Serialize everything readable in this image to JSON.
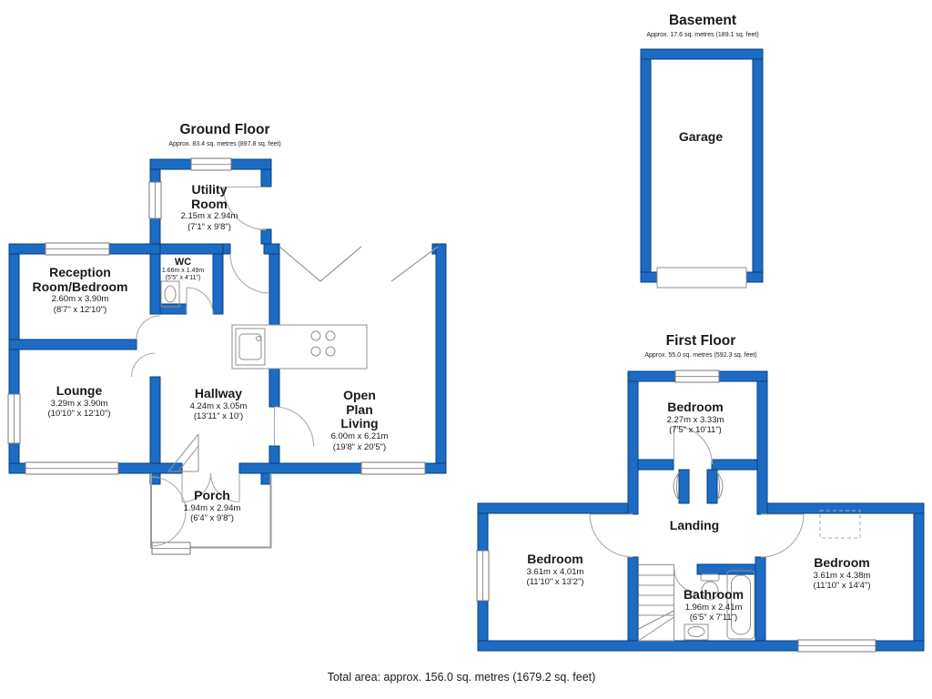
{
  "colors": {
    "wall_fill": "#1c6cc4",
    "wall_stroke": "#0a3e7c",
    "fixture_line": "#8f8f8f"
  },
  "plans": {
    "basement": {
      "title": "Basement",
      "subtitle": "Approx. 17.6 sq. metres (189.1 sq. feet)",
      "rooms": {
        "garage": {
          "name": "Garage"
        }
      }
    },
    "ground_floor": {
      "title": "Ground Floor",
      "subtitle": "Approx. 83.4 sq. metres (897.8 sq. feet)",
      "rooms": {
        "utility": {
          "name": "Utility Room",
          "metric": "2.15m x 2.94m",
          "imperial": "(7'1\" x 9'8\")"
        },
        "wc": {
          "name": "WC",
          "metric": "1.66m x 1.49m",
          "imperial": "(5'5\" x 4'11\")"
        },
        "reception": {
          "name": "Reception Room/Bedroom",
          "metric": "2.60m x 3.90m",
          "imperial": "(8'7\" x 12'10\")"
        },
        "lounge": {
          "name": "Lounge",
          "metric": "3.29m x 3.90m",
          "imperial": "(10'10\" x 12'10\")"
        },
        "hallway": {
          "name": "Hallway",
          "metric": "4.24m x 3.05m",
          "imperial": "(13'11\" x 10')"
        },
        "open_plan": {
          "name": "Open Plan Living",
          "metric": "6.00m x 6.21m",
          "imperial": "(19'8\" x 20'5\")"
        },
        "porch": {
          "name": "Porch",
          "metric": "1.94m x 2.94m",
          "imperial": "(6'4\" x 9'8\")"
        }
      }
    },
    "first_floor": {
      "title": "First Floor",
      "subtitle": "Approx. 55.0 sq. metres (592.3 sq. feet)",
      "rooms": {
        "bedroom_top": {
          "name": "Bedroom",
          "metric": "2.27m x 3.33m",
          "imperial": "(7'5\" x 10'11\")"
        },
        "landing": {
          "name": "Landing"
        },
        "bedroom_left": {
          "name": "Bedroom",
          "metric": "3.61m x 4.01m",
          "imperial": "(11'10\" x 13'2\")"
        },
        "bathroom": {
          "name": "Bathroom",
          "metric": "1.96m x 2.41m",
          "imperial": "(6'5\" x 7'11\")"
        },
        "bedroom_right": {
          "name": "Bedroom",
          "metric": "3.61m x 4.38m",
          "imperial": "(11'10\" x 14'4\")"
        }
      }
    }
  },
  "footer": {
    "total_area": "Total area: approx. 156.0 sq. metres (1679.2 sq. feet)"
  }
}
